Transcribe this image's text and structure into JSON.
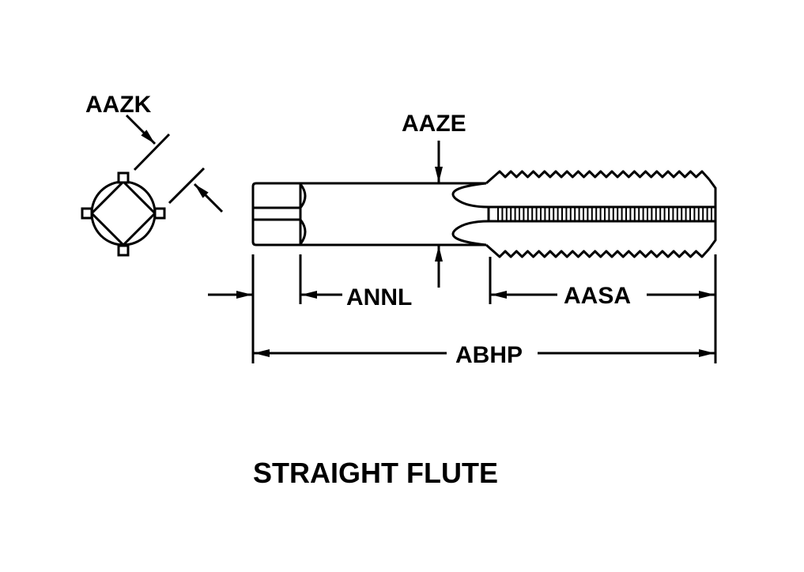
{
  "drawing": {
    "title": "STRAIGHT FLUTE",
    "subject": "straight flute tap",
    "line_color": "#000000",
    "background_color": "#ffffff",
    "labels": {
      "square_drive_width": "AAZK",
      "shank_diameter": "AAZE",
      "square_length": "ANNL",
      "thread_length": "AASA",
      "overall_length": "ABHP"
    },
    "end_view": {
      "name": "end view",
      "features": [
        "circle",
        "square-drive",
        "4 flute lands"
      ]
    },
    "side_view": {
      "name": "side view",
      "features": [
        "square drive end",
        "shank",
        "flute runout",
        "threaded section",
        "flute",
        "chamfer"
      ]
    }
  }
}
